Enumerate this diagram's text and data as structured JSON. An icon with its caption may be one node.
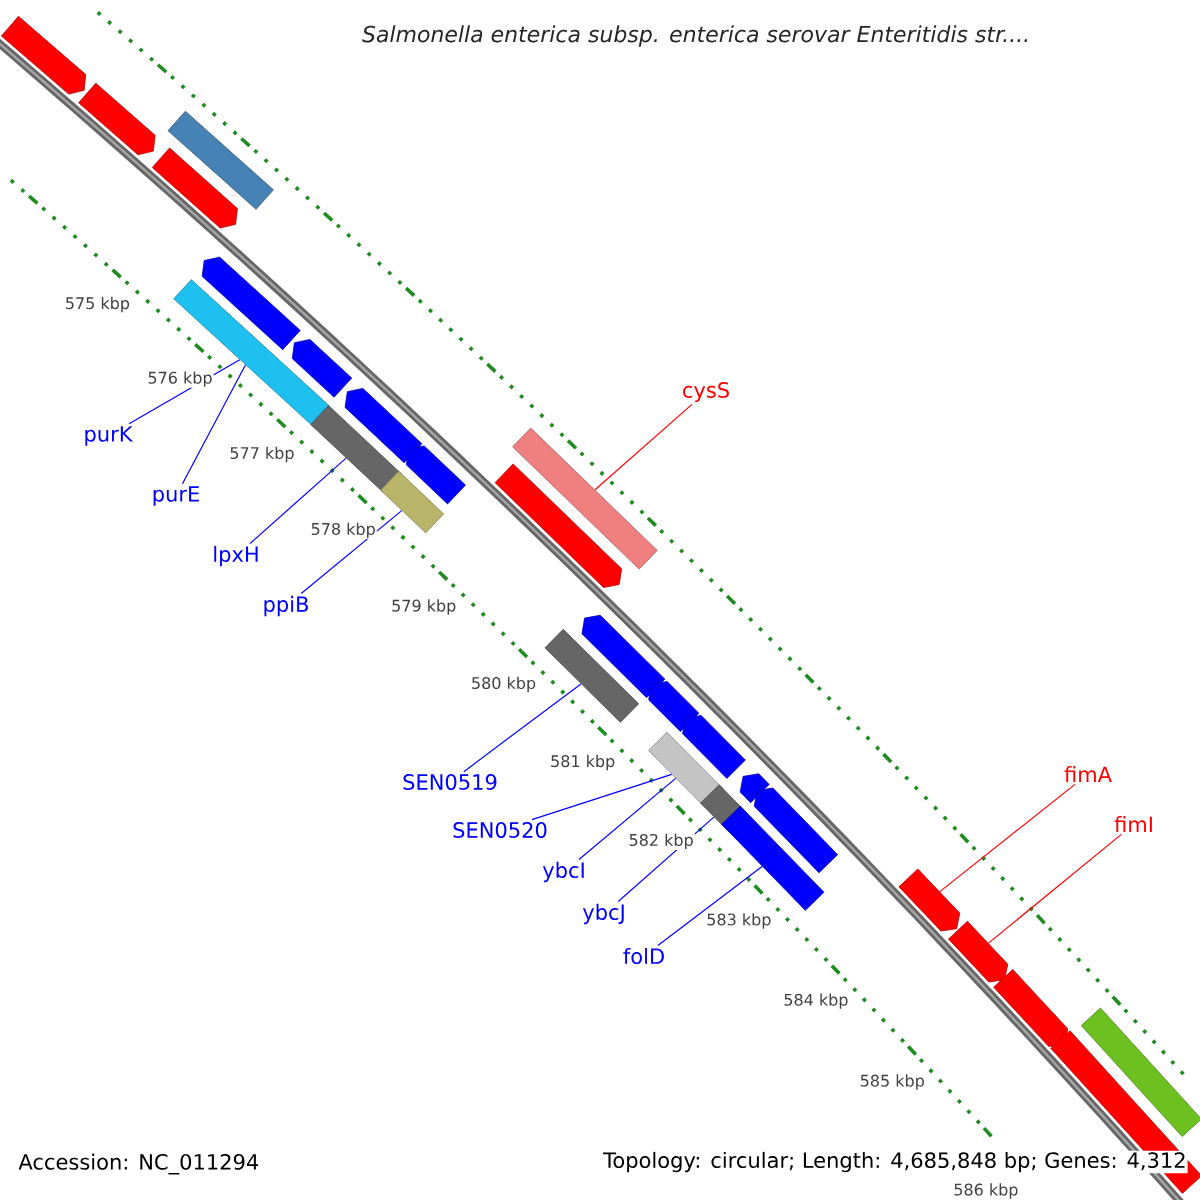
{
  "diagram": {
    "title": "Salmonella enterica subsp. enterica serovar Enteritidis str....",
    "nodes": [
      {
        "text": [],
        "shape": "arrow"
      },
      {
        "text": [],
        "shape": "arrow"
      },
      {
        "text": [],
        "shape": "bar"
      },
      {
        "text": [],
        "shape": "arrow"
      },
      {
        "text": [],
        "shape": "bar"
      },
      {
        "text": [],
        "shape": "arrow"
      },
      {
        "text": [],
        "shape": "arrow"
      },
      {
        "text": [],
        "shape": "bar"
      },
      {
        "text": [],
        "shape": "arrow"
      },
      {
        "text": [],
        "shape": "bar"
      },
      {
        "text": [],
        "shape": "arrow"
      },
      {
        "text": [],
        "shape": "bar"
      },
      {
        "text": [],
        "shape": "arrow"
      },
      {
        "text": [],
        "shape": "bar"
      },
      {
        "text": [],
        "shape": "arrow"
      },
      {
        "text": [],
        "shape": "arrow"
      },
      {
        "text": [],
        "shape": "bar"
      },
      {
        "text": [],
        "shape": "arrow"
      },
      {
        "text": [],
        "shape": "bar"
      },
      {
        "text": [],
        "shape": "arrow"
      },
      {
        "text": [],
        "shape": "bar"
      },
      {
        "text": [],
        "shape": "arrow"
      },
      {
        "text": [],
        "shape": "arrow"
      },
      {
        "text": [],
        "shape": "arrow"
      },
      {
        "text": [],
        "shape": "arrow"
      },
      {
        "text": [],
        "shape": "bar"
      },
      {
        "text": [],
        "shape": "bar"
      },
      {
        "text": [
          "purK"
        ]
      },
      {
        "text": [
          "purE"
        ]
      },
      {
        "text": [
          "lpxH"
        ]
      },
      {
        "text": [
          "ppiB"
        ]
      },
      {
        "text": [
          "cysS"
        ]
      },
      {
        "text": [
          "SEN0519"
        ]
      },
      {
        "text": [
          "SEN0520"
        ]
      },
      {
        "text": [
          "ybcI"
        ]
      },
      {
        "text": [
          "ybcJ"
        ]
      },
      {
        "text": [
          "folD"
        ]
      },
      {
        "text": [
          "fimA"
        ]
      },
      {
        "text": [
          "fimI"
        ]
      }
    ],
    "edges": [
      {
        "from": 27,
        "to": 4,
        "arrow": "none"
      },
      {
        "from": 28,
        "to": 4,
        "arrow": "none"
      },
      {
        "from": 29,
        "to": 7,
        "arrow": "none"
      },
      {
        "from": 30,
        "to": 9,
        "arrow": "none"
      },
      {
        "from": 31,
        "to": 11,
        "arrow": "none",
        "color": "#ff0000"
      },
      {
        "from": 32,
        "to": 13,
        "arrow": "none"
      },
      {
        "from": 33,
        "to": 16,
        "arrow": "none"
      },
      {
        "from": 34,
        "to": 16,
        "arrow": "none"
      },
      {
        "from": 35,
        "to": 18,
        "arrow": "none"
      },
      {
        "from": 36,
        "to": 20,
        "arrow": "none"
      },
      {
        "from": 37,
        "to": 22,
        "arrow": "none",
        "color": "#ff0000"
      },
      {
        "from": 38,
        "to": 23,
        "arrow": "none",
        "color": "#ff0000"
      }
    ],
    "labels": [
      "575 kbp",
      "576 kbp",
      "577 kbp",
      "578 kbp",
      "579 kbp",
      "580 kbp",
      "581 kbp",
      "582 kbp",
      "583 kbp",
      "584 kbp",
      "585 kbp",
      "586 kbp",
      "Accession: NC_011294",
      "Topology: circular; Length: 4,685,848 bp; Genes: 4,312"
    ]
  }
}
